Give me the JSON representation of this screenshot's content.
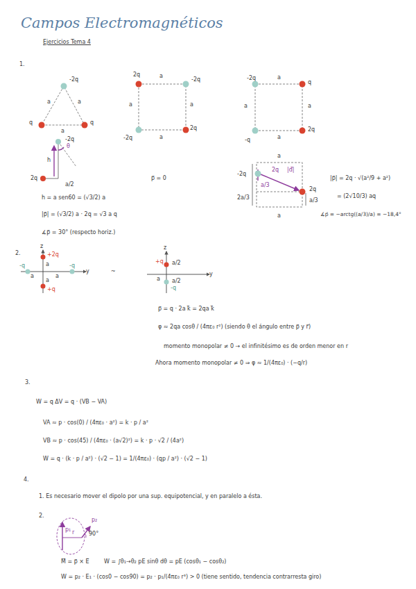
{
  "diagram": {
    "title": "Campos Electromagnéticos",
    "labels": [
      "Ejercicios Tema 4",
      "1.",
      "-2q",
      "a",
      "a",
      "q",
      "q",
      "a",
      "2q",
      "a",
      "-2q",
      "a",
      "a",
      "-2q",
      "a",
      "2q",
      "-2q",
      "a",
      "q",
      "a",
      "a",
      "-q",
      "2q",
      "a",
      "-2q",
      "θ",
      "h",
      "2q",
      "a/2",
      "h = a sen60 = (√3/2) a",
      "|p⃗| = (√3/2) a · 2q = √3 a q",
      "∡p⃗ = 30° (respecto horiz.)",
      "p⃗ = 0",
      "a",
      "-2q",
      "2q",
      "|d⃗|",
      "a/3",
      "2a/3",
      "2q",
      "a/3",
      "a",
      "|p⃗| = 2q · √(a²/9 + a²)",
      "= (2√10/3) aq",
      "∡p⃗ = −arctg((a/3)/a) = −18,4°",
      "2.",
      "z",
      "+2q",
      "a",
      "-q",
      "a",
      "a",
      "-q",
      "y",
      "a",
      "+q",
      "~",
      "z",
      "+q",
      "a/2",
      "a",
      "a/2",
      "-q",
      "y",
      "p⃗ = q · 2a k⃗ = 2qa k⃗",
      "φ ≈ 2qa cosθ / (4πε₀ r²)   (siendo θ el ángulo entre p⃗ y r⃗)",
      "momento monopolar ≠ 0 → el infinitésimo es de orden menor en r",
      "Ahora momento monopolar ≠ 0 ⇒ φ ≈ 1/(4πε₀) · (−q/r)",
      "3.",
      "W = q ΔV = q · (VB − VA)",
      "VA ≈ p · cos(0) / (4πε₀ · a²) = k · p / a²",
      "VB ≈ p · cos(45) / (4πε₀ · (a√2)²) = k · p · √2 / (4a²)",
      "W = q · (k · p / a²) · (√2 − 1) = 1/(4πε₀) · (qp / a²) · (√2 − 1)",
      "4.",
      "1. Es necesario mover el dipolo por una sup. equipotencial, y en paralelo a ésta.",
      "2.",
      "p₁",
      "r",
      "p₂",
      "90°",
      "M⃗ = p⃗ × E⃗",
      "W = ∫θ₁→θ₂ pE sinθ dθ = pE (cosθ₁ − cosθ₂)",
      "W = p₂ · E₁ · (cos0 − cos90) = p₂ · p₁/(4πε₀ r³) > 0 (tiene sentido, tendencia contrarresta giro)"
    ]
  }
}
